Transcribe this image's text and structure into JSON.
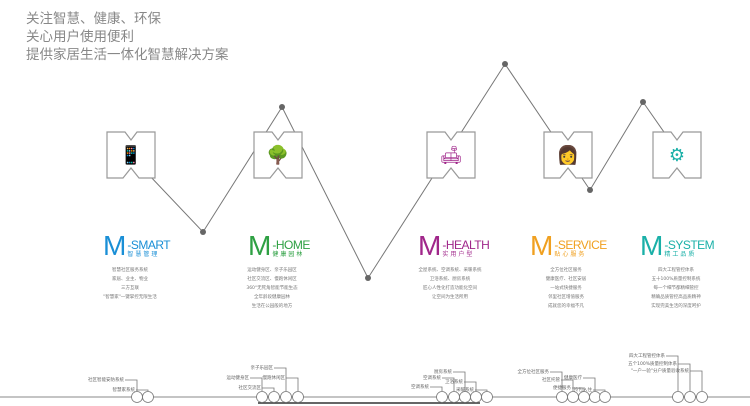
{
  "intro": [
    "关注智慧、健康、环保",
    "关心用户使用便利",
    "提供家居生活一体化智慧解决方案"
  ],
  "modules": [
    {
      "name": "-SMART",
      "sub": "智慧管理",
      "color": "#1a8fd6",
      "icon": "smartphone-icon",
      "glyph": "📱",
      "desc": [
        "智慧社区服务系统",
        "家居、业主、物业",
        "三方互联",
        "\"智慧家\"一键掌控无限生活"
      ]
    },
    {
      "name": "-HOME",
      "sub": "健康园林",
      "color": "#2ea043",
      "icon": "tree-icon",
      "glyph": "🌳",
      "desc": [
        "运动健身区、亲子乐园区",
        "社区交流区、慢跑休闲区",
        "360°无死角智能节能生态",
        "全年龄段健康园林",
        "生活在公园般的地方"
      ]
    },
    {
      "name": "-HEALTH",
      "sub": "实用户型",
      "color": "#a0268a",
      "icon": "sofa-icon",
      "glyph": "🛋",
      "desc": [
        "全屋系统、空调系统、采暖系统",
        "卫浴系统、厨房系统",
        "匠心人性化打造功能化空间",
        "让空间为生活所用"
      ]
    },
    {
      "name": "-SERVICE",
      "sub": "贴心服务",
      "color": "#f0a020",
      "icon": "customer-service-icon",
      "glyph": "👩",
      "desc": [
        "全方位社区服务",
        "健康医疗、社区安居",
        "一站式快捷服务",
        "邻里社区增值服务",
        "成就您的幸福不凡"
      ]
    },
    {
      "name": "-SYSTEM",
      "sub": "精工品质",
      "color": "#1ab0a8",
      "icon": "gear-magnifier-icon",
      "glyph": "⚙",
      "desc": [
        "四大工程管控体系",
        "五十100%质量控制系统",
        "每一个细节都精细管控",
        "精确品质管控高品质精神",
        "实现完美生活的深度呵护"
      ]
    }
  ],
  "timeline": [
    {
      "label": "社区智能安防系统"
    },
    {
      "label": "智慧家系统"
    },
    {
      "label": "运动健身区"
    },
    {
      "label": "社区交流区"
    },
    {
      "label": "亲子乐园区"
    },
    {
      "label": "慢跑休闲区"
    },
    {
      "label": "空调系统"
    },
    {
      "label": "空调系统"
    },
    {
      "label": "厨房系统"
    },
    {
      "label": "卫浴系统"
    },
    {
      "label": "采暖系统"
    },
    {
      "label": "全方位社区服务"
    },
    {
      "label": "社区托管"
    },
    {
      "label": "便捷服务"
    },
    {
      "label": "健康医疗"
    },
    {
      "label": "拎包入住"
    },
    {
      "label": "四大工程管控体系"
    },
    {
      "label": "五个100%质量控制体系"
    },
    {
      "label": "\"一户一验\"分户质量验收系统"
    }
  ]
}
